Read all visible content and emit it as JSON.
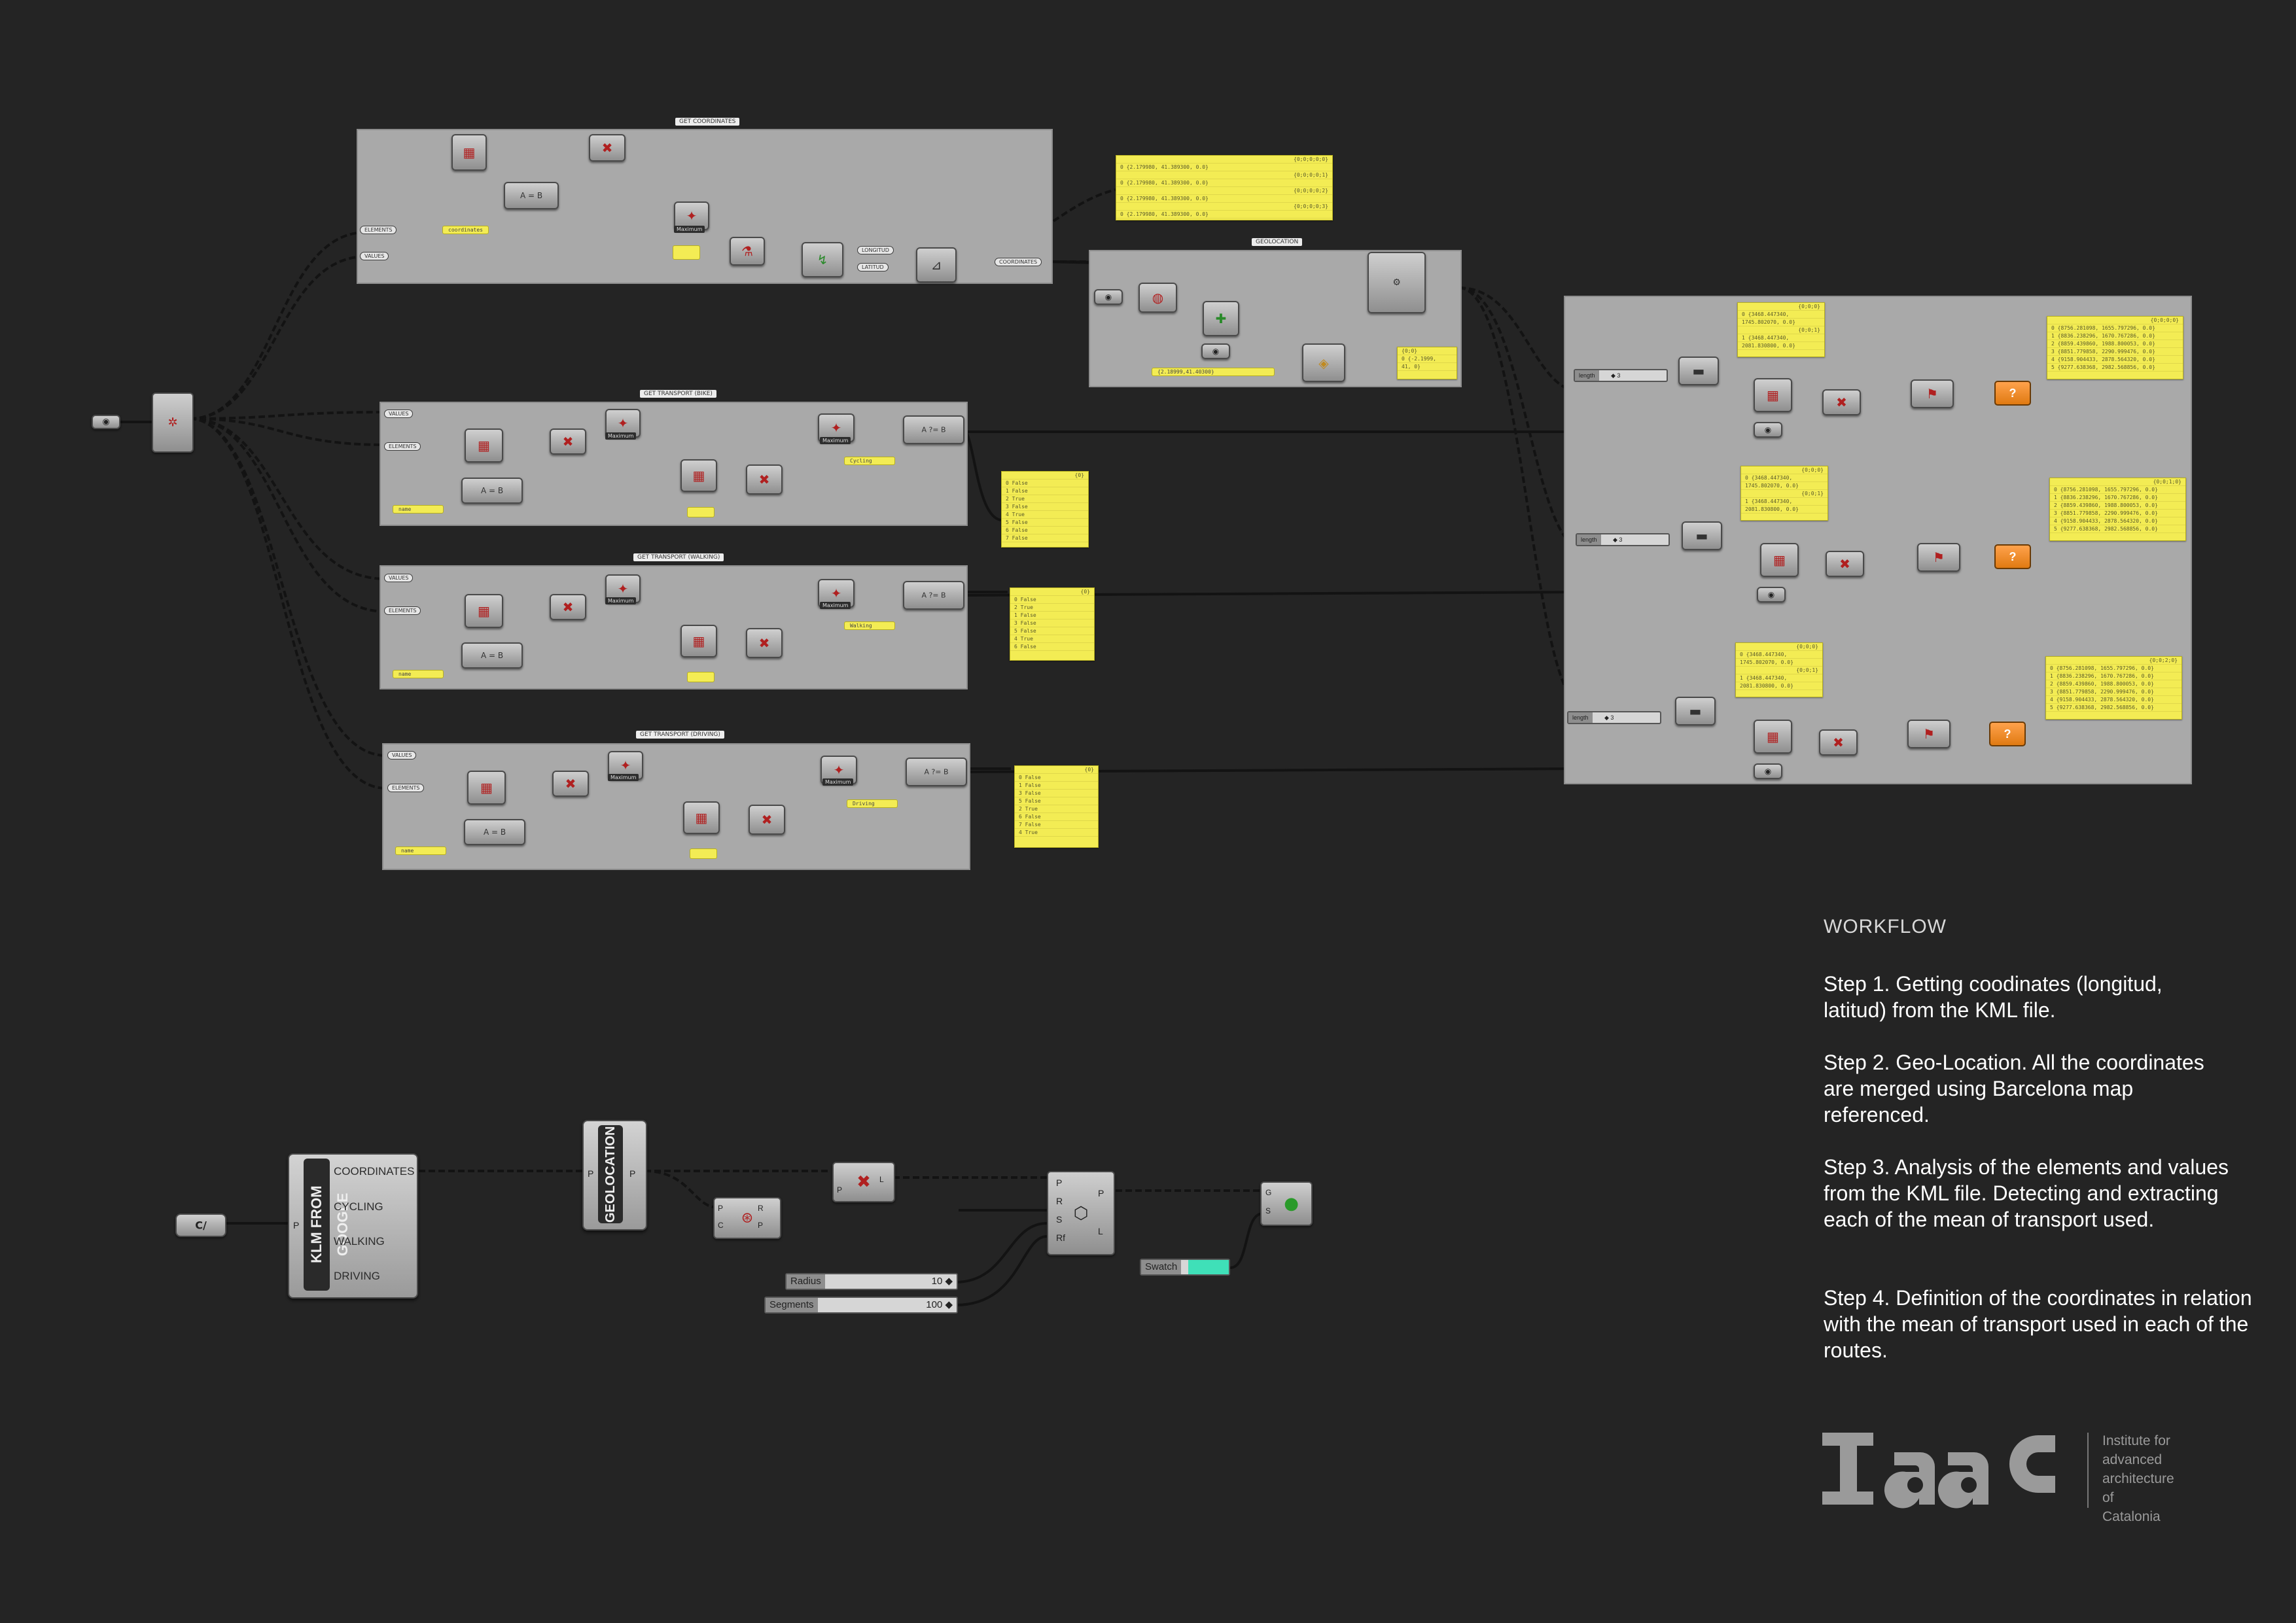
{
  "canvas": {
    "groups": {
      "get_coordinates": "GET COORDINATES",
      "geolocation": "GEOLOCATION",
      "transport_bike": "GET TRANSPORT (BIKE)",
      "transport_walking": "GET TRANSPORT (WALKING)",
      "transport_driving": "GET TRANSPORT (DRIVING)"
    },
    "params": {
      "elements": "ELEMENTS",
      "values": "VALUES",
      "coordinates": "coordinates",
      "longitud": "LONGITUD",
      "latitud": "LATITUD",
      "coordinates_out": "COORDINATES",
      "name": "name",
      "cycling": "Cycling",
      "walking": "Walking",
      "driving": "Driving",
      "maximum": "Maximum",
      "length": "length"
    },
    "coord_panel_rows": [
      "0 {2.179980, 41.389300, 0.0}",
      "0 {2.179980, 41.389300, 0.0}",
      "0 {2.179980, 41.389300, 0.0}",
      "0 {2.179980, 41.389300, 0.0}"
    ],
    "geo_input": "{2.18999,41.40300}",
    "bool_rows": [
      "0 False",
      "1 False",
      "2 True",
      "3 False",
      "4 True",
      "5 False",
      "6 False",
      "7 False"
    ],
    "result_rows": [
      "0 {8756.281098, 1655.797296, 0.0}",
      "1 {8836.238296, 1670.767286, 0.0}",
      "2 {8859.439860, 1988.800053, 0.0}",
      "3 {8851.779858, 2290.999476, 0.0}",
      "4 {9158.904433, 2878.564320, 0.0}",
      "5 {9277.638368, 2982.568856, 0.0}"
    ],
    "pt_rows": [
      "0 {3468.447340,",
      "1745.802070, 0.0}",
      "1 {3468.447340,",
      "2081.830800, 0.0}"
    ],
    "small_slider_value": "◆ 3"
  },
  "bottom_flow": {
    "main_component": "KLM FROM GOOGLE",
    "outputs": [
      "COORDINATES",
      "CYCLING",
      "WALKING",
      "DRIVING"
    ],
    "geolocation": "GEOLOCATION",
    "radius": {
      "label": "Radius",
      "value": "10 ◆"
    },
    "segments": {
      "label": "Segments",
      "value": "100 ◆"
    },
    "swatch": {
      "label": "Swatch"
    },
    "file_glyph": "C/"
  },
  "workflow": {
    "title": "WORKFLOW",
    "step1": "Step 1.  Getting coodinates (longitud, latitud) from the KML file.",
    "step2": "Step 2. Geo-Location. All the coordinates are merged using Barcelona map referenced.",
    "step3": "Step 3. Analysis of the elements and values from the KML file. Detecting and extracting each of the mean of transport used.",
    "step4": "Step 4. Definition of the coordinates in relation with the mean of transport used in each of the routes."
  },
  "logo": {
    "mark": "Iaac",
    "line1": "Institute for",
    "line2": "advanced",
    "line3": "architecture",
    "line4": "of Catalonia"
  },
  "colors": {
    "background": "#242424",
    "panel_yellow": "#f3ec54",
    "swatch": "#3fe0b8",
    "orange": "#f08a22"
  }
}
